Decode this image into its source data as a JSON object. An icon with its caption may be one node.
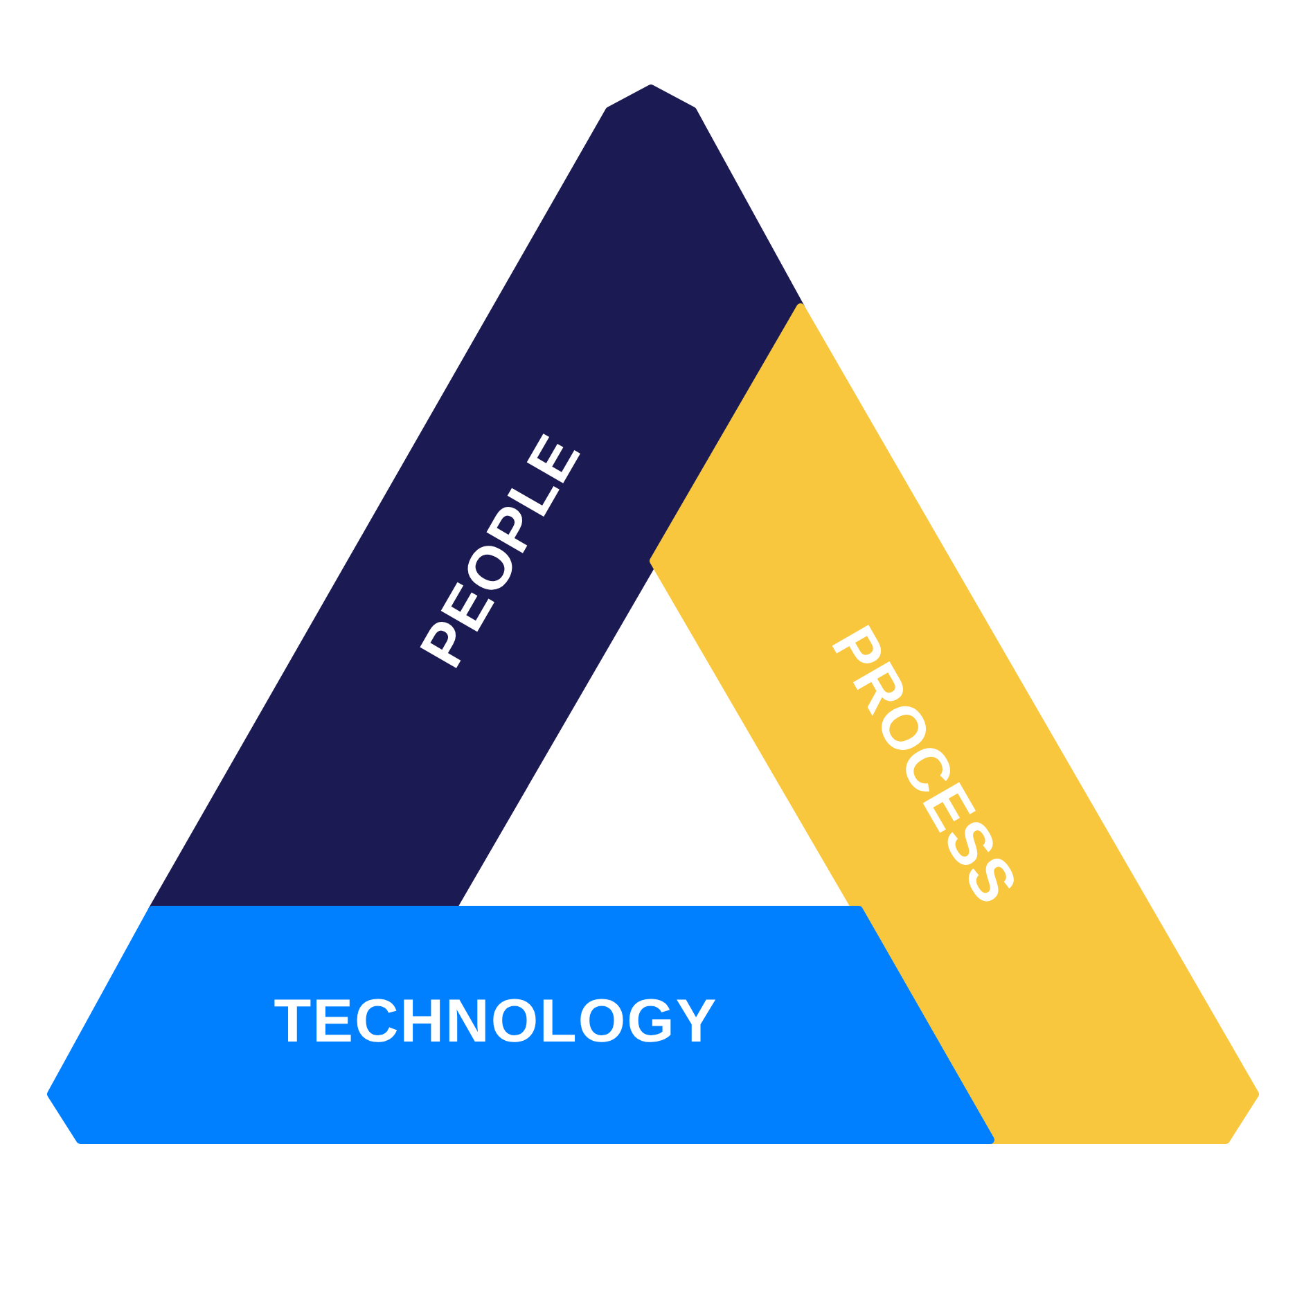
{
  "diagram": {
    "nodes": [
      {
        "text": [
          "PEOPLE"
        ]
      },
      {
        "text": [
          "PROCESS"
        ]
      },
      {
        "text": [
          "TECHNOLOGY"
        ]
      }
    ]
  }
}
